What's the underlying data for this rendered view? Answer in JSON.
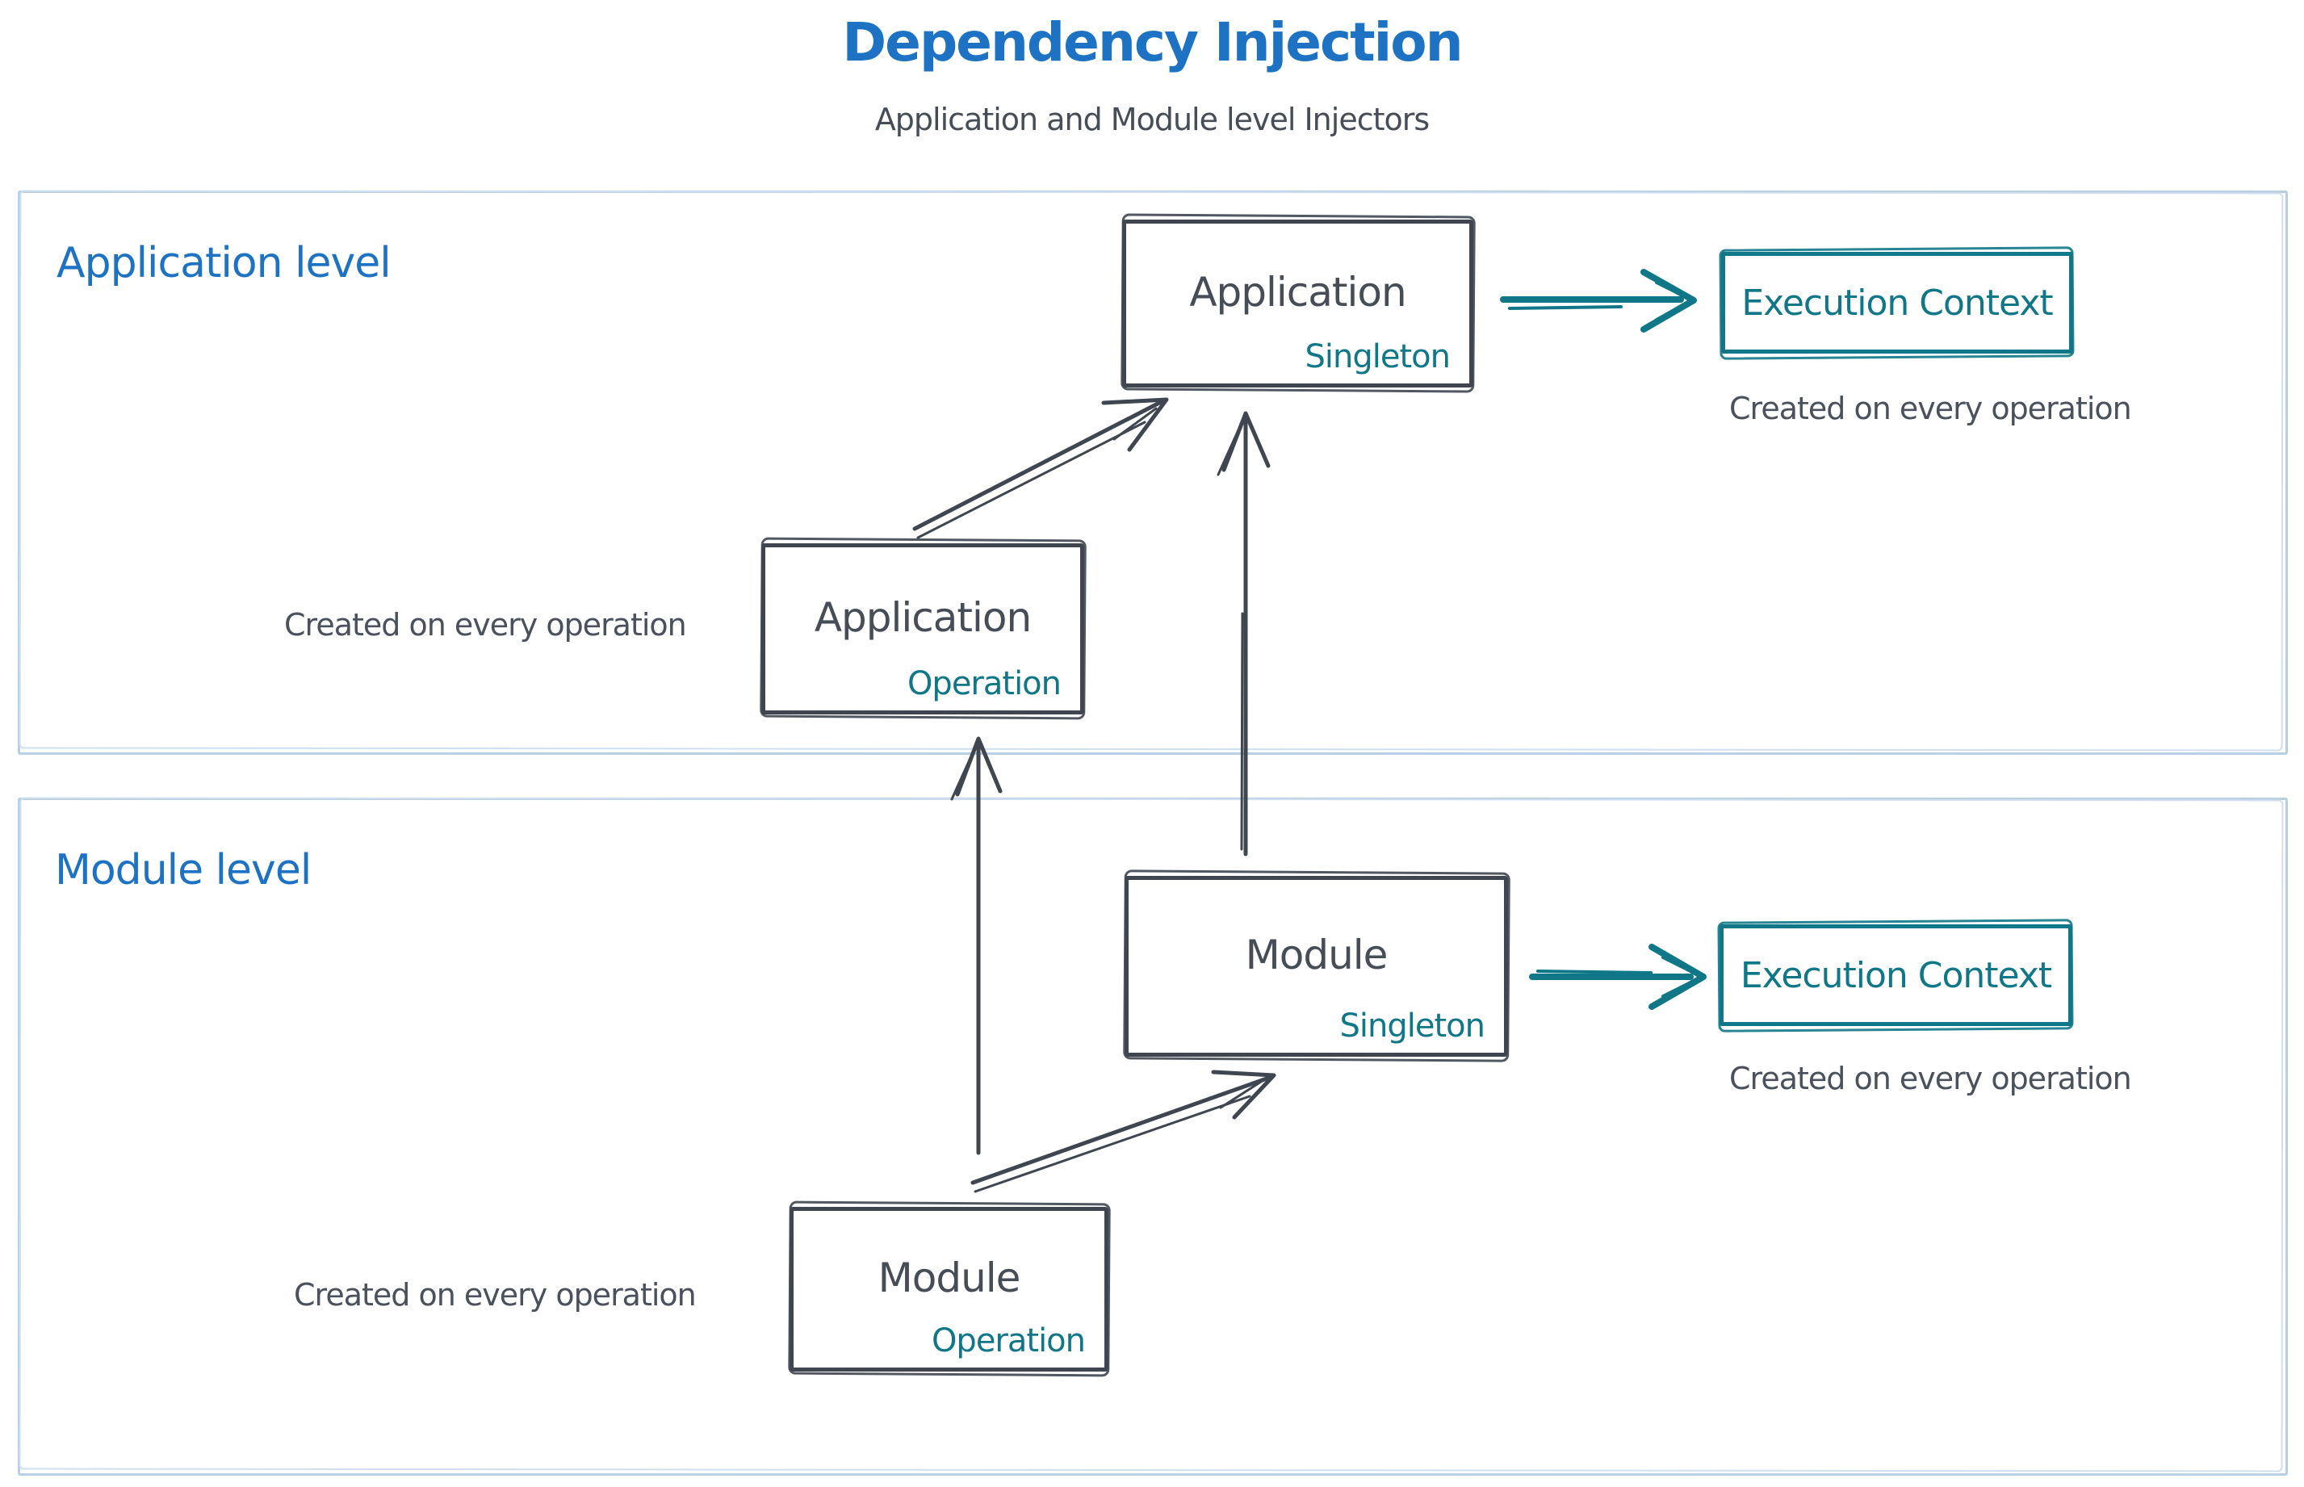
{
  "title": "Dependency Injection",
  "subtitle": "Application and Module level Injectors",
  "colors": {
    "accent_blue": "#1d72c4",
    "stroke_dark": "#3f4650",
    "accent_teal": "#0f7787",
    "section_border": "#b8cfe6"
  },
  "sections": {
    "application": {
      "label": "Application level"
    },
    "module": {
      "label": "Module level"
    }
  },
  "nodes": {
    "app_singleton": {
      "title": "Application",
      "badge": "Singleton"
    },
    "app_operation": {
      "title": "Application",
      "badge": "Operation"
    },
    "module_singleton": {
      "title": "Module",
      "badge": "Singleton"
    },
    "module_operation": {
      "title": "Module",
      "badge": "Operation"
    },
    "execution_context_app": {
      "label": "Execution Context",
      "note": "Created on every operation"
    },
    "execution_context_module": {
      "label": "Execution Context",
      "note": "Created on every operation"
    }
  },
  "notes": {
    "app_operation": "Created on every operation",
    "module_operation": "Created on every operation"
  }
}
